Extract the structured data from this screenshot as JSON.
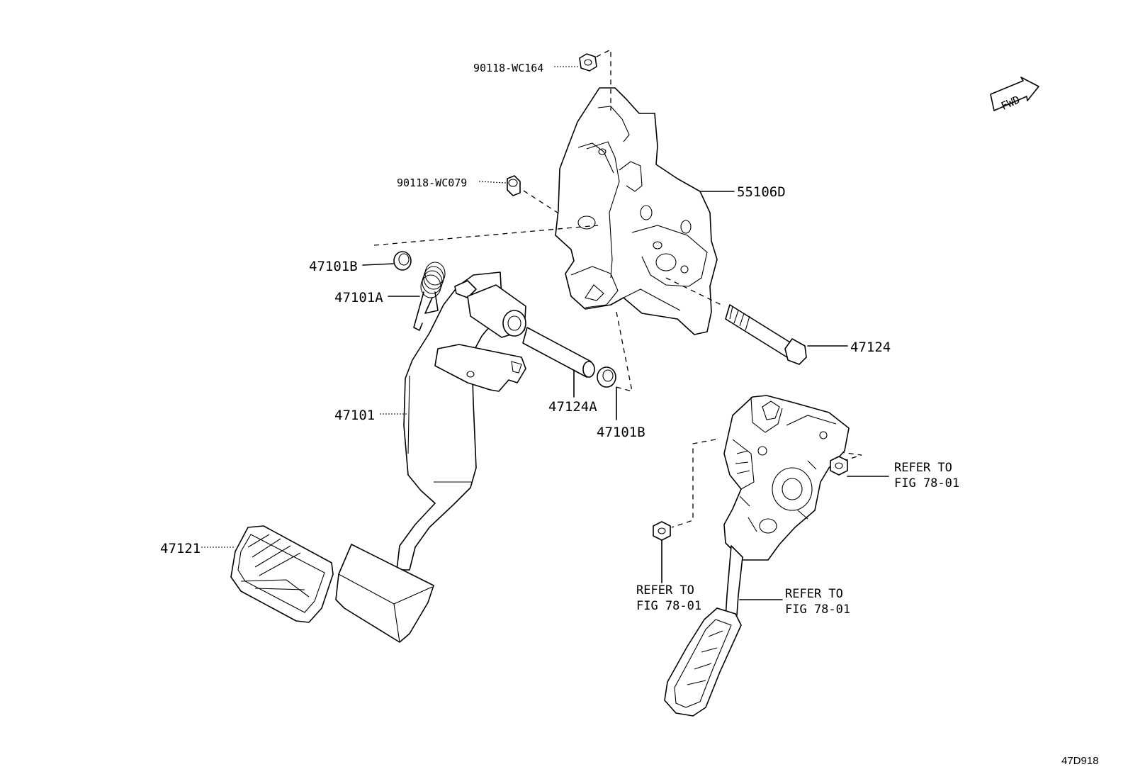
{
  "figure_id": "47D918",
  "fwd_badge": "FWD",
  "labels": {
    "p90118_wc164": "90118-WC164",
    "p90118_wc079": "90118-WC079",
    "p55106d": "55106D",
    "p47101b_top": "47101B",
    "p47101a": "47101A",
    "p47124": "47124",
    "p47124a": "47124A",
    "p47101b_bottom": "47101B",
    "p47101": "47101",
    "p47121": "47121"
  },
  "refs": {
    "right_line1": "REFER TO",
    "right_line2": "FIG 78-01",
    "left_line1": "REFER TO",
    "left_line2": "FIG 78-01",
    "pedal_line1": "REFER TO",
    "pedal_line2": "FIG 78-01"
  }
}
